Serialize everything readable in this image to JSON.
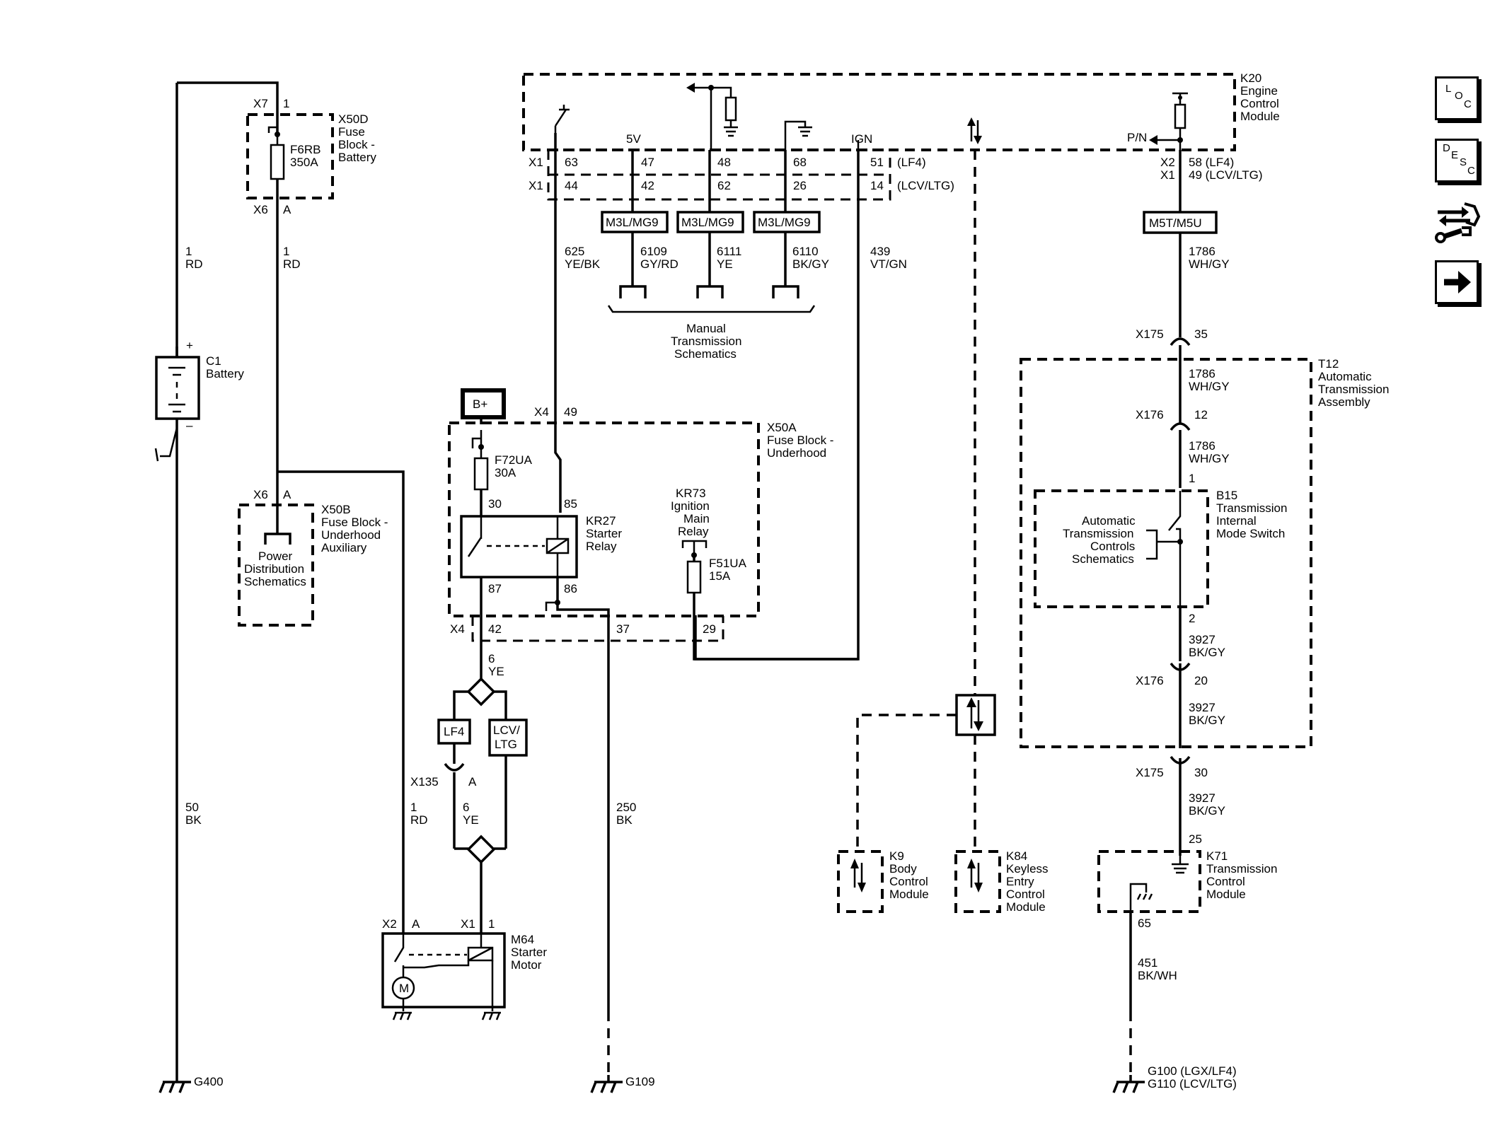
{
  "nav": {
    "loc": [
      "L",
      "O",
      "C"
    ],
    "desc": [
      "D",
      "E",
      "S",
      "C"
    ]
  },
  "engine_module": {
    "ref": "K20",
    "name_1": "Engine",
    "name_2": "Control",
    "name_3": "Module",
    "x1": "X1",
    "x2": "X2",
    "pins_row1": [
      "63",
      "47",
      "48",
      "68",
      "51"
    ],
    "pins_row2": [
      "44",
      "42",
      "62",
      "26",
      "14"
    ],
    "variant_lf4": "(LF4)",
    "variant_lcv": "(LCV/LTG)",
    "ref_5v": "5V",
    "ref_ign": "IGN",
    "ref_pn": "P/N",
    "tcm_pin_a": "58 (LF4)",
    "tcm_pin_b": "49 (LCV/LTG)"
  },
  "option_tags": {
    "m3l": "M3L/MG9",
    "m5t": "M5T/M5U",
    "lf4": "LF4",
    "lcv_1": "LCV/",
    "lcv_2": "LTG",
    "bplus": "B+"
  },
  "wires": {
    "w625_num": "625",
    "w625_color": "YE/BK",
    "w6109_num": "6109",
    "w6109_color": "GY/RD",
    "w6111_num": "6111",
    "w6111_color": "YE",
    "w6110_num": "6110",
    "w6110_color": "BK/GY",
    "w439_num": "439",
    "w439_color": "VT/GN",
    "w1786_num": "1786",
    "w1786_color": "WH/GY",
    "w1_num": "1",
    "w1_color": "RD",
    "w50_num": "50",
    "w50_color": "BK",
    "w6_num": "6",
    "w6_color": "YE",
    "w250_num": "250",
    "w250_color": "BK",
    "w3927_num": "3927",
    "w3927_color": "BK/GY",
    "w451_num": "451",
    "w451_color": "BK/WH"
  },
  "manual_trans": {
    "line1": "Manual",
    "line2": "Transmission",
    "line3": "Schematics"
  },
  "fuse_battery": {
    "ref": "X50D",
    "name_1": "Fuse",
    "name_2": "Block -",
    "name_3": "Battery",
    "conn_top": "X7",
    "pin_top": "1",
    "conn_bot": "X6",
    "pin_bot": "A",
    "fuse_ref": "F6RB",
    "fuse_amp": "350A"
  },
  "battery": {
    "ref": "C1",
    "name": "Battery",
    "plus": "+",
    "minus": "–"
  },
  "fuse_aux": {
    "ref": "X50B",
    "name_1": "Fuse Block -",
    "name_2": "Underhood",
    "name_3": "Auxiliary",
    "conn": "X6",
    "pin": "A",
    "pd_1": "Power",
    "pd_2": "Distribution",
    "pd_3": "Schematics"
  },
  "fuse_underhood": {
    "ref": "X50A",
    "name_1": "Fuse Block -",
    "name_2": "Underhood",
    "conn_top": "X4",
    "pin_top": "49",
    "fuse1_ref": "F72UA",
    "fuse1_amp": "30A",
    "pin_30": "30",
    "pin_85": "85",
    "pin_87": "87",
    "pin_86": "86",
    "relay_ref": "KR27",
    "relay_name_1": "Starter",
    "relay_name_2": "Relay",
    "ign_ref": "KR73",
    "ign_1": "Ignition",
    "ign_2": "Main",
    "ign_3": "Relay",
    "fuse2_ref": "F51UA",
    "fuse2_amp": "15A",
    "conn_bot": "X4",
    "pin_42": "42",
    "pin_37": "37",
    "pin_29": "29"
  },
  "inline_conn": {
    "x135": "X135",
    "x135_pin": "A"
  },
  "starter_motor": {
    "ref": "M64",
    "name_1": "Starter",
    "name_2": "Motor",
    "x2": "X2",
    "x2_pin": "A",
    "x1": "X1",
    "x1_pin": "1",
    "motor": "M"
  },
  "grounds": {
    "g400": "G400",
    "g109": "G109",
    "g100": "G100 (LGX/LF4)",
    "g110": "G110 (LCV/LTG)"
  },
  "auto_trans": {
    "ref": "T12",
    "name_1": "Automatic",
    "name_2": "Transmission",
    "name_3": "Assembly",
    "x175": "X175",
    "x175_pin_a": "35",
    "x175_pin_b": "30",
    "x176": "X176",
    "x176_pin_a": "12",
    "x176_pin_b": "20",
    "b15_ref": "B15",
    "b15_1": "Transmission",
    "b15_2": "Internal",
    "b15_3": "Mode Switch",
    "b15_pin1": "1",
    "b15_pin2": "2",
    "atc_1": "Automatic",
    "atc_2": "Transmission",
    "atc_3": "Controls",
    "atc_4": "Schematics"
  },
  "modules": {
    "bcm_ref": "K9",
    "bcm_1": "Body",
    "bcm_2": "Control",
    "bcm_3": "Module",
    "kecm_ref": "K84",
    "kecm_1": "Keyless",
    "kecm_2": "Entry",
    "kecm_3": "Control",
    "kecm_4": "Module",
    "tcm_ref": "K71",
    "tcm_1": "Transmission",
    "tcm_2": "Control",
    "tcm_3": "Module",
    "tcm_pin_25": "25",
    "tcm_pin_65": "65"
  }
}
